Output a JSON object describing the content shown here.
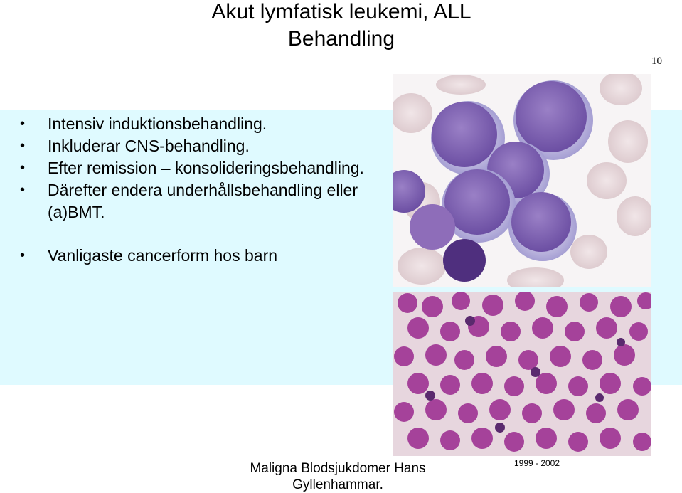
{
  "slide": {
    "title_line1": "Akut lymfatisk leukemi, ALL",
    "title_line2": "Behandling",
    "number": "10"
  },
  "bullets": [
    {
      "text": "Intensiv induktionsbehandling."
    },
    {
      "text": "Inkluderar CNS-behandling."
    },
    {
      "text": "Efter remission – konsolideringsbehandling."
    },
    {
      "text": "Därefter endera underhållsbehandling eller (a)BMT."
    },
    {
      "text": "Vanligaste cancerform hos barn"
    }
  ],
  "bullet_symbol": "•",
  "footer": {
    "credit": "Maligna Blodsjukdomer  Hans Gyllenhammar.",
    "years": "1999 - 2002"
  },
  "colors": {
    "content_band": "#dffaff",
    "cell_purple": "#7d5fae",
    "cell_dark": "#5a3f8f",
    "rbc_pink": "#e9d9dc"
  },
  "images": {
    "top": "micrograph-large-lymphoblasts",
    "bottom": "micrograph-dense-lymphoblasts"
  }
}
